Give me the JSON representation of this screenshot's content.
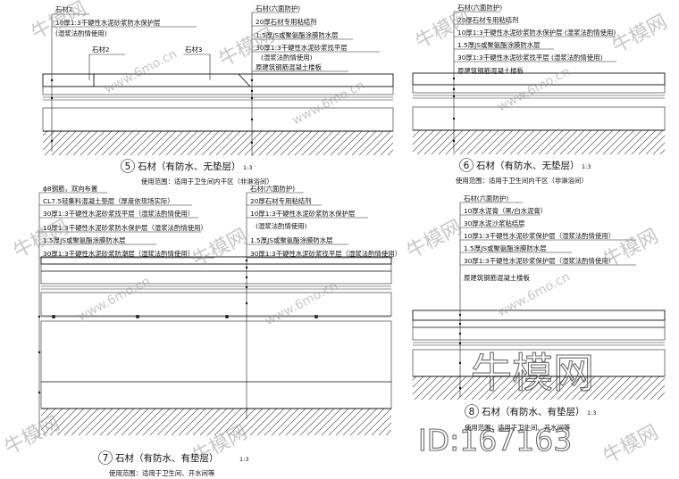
{
  "details": [
    {
      "id": "d5",
      "number": "5",
      "title": "石材（有防水、无垫层）",
      "scale": "1:3",
      "usage": "使用范围：适用于卫生间内干区（非淋浴间）",
      "left_labels": [
        "石材1",
        "10厚1:3干硬性水泥砂浆防水保护层",
        "(湿浆法酌情使用)"
      ],
      "mid_labels": [
        "石材2",
        "石材3"
      ],
      "right_labels": [
        "石材(六面防护)",
        "20厚石材专用粘结剂",
        "1.5厚JS或聚氨酯涂膜防水层",
        "30厚1:3干硬性水泥砂浆找平层",
        "(湿浆法酌情使用)",
        "原建筑钢筋混凝土楼板"
      ]
    },
    {
      "id": "d6",
      "number": "6",
      "title": "石材（有防水、无垫层）",
      "scale": "1:3",
      "usage": "使用范围：适用于卫生间内干区（非淋浴间）",
      "labels": [
        "石材(六面防护)",
        "20厚石材专用粘结剂",
        "10厚1:3干硬性水泥砂浆防水保护层 (湿浆法酌情使用)",
        "1.5厚JS或聚氨酯涂膜防水层",
        "30厚1:3干硬性水泥砂浆找平层 (湿浆法酌情使用)",
        "原建筑钢筋混凝土楼板"
      ]
    },
    {
      "id": "d7",
      "number": "7",
      "title": "石材（有防水、有垫层）",
      "scale": "1:3",
      "usage": "使用范围：适用于卫生间、开水间等",
      "left_labels": [
        "ϕ8钢筋，双向布置",
        "CL7.5轻集料混凝土垫层（厚度依现场实际）",
        "30厚1:3干硬性水泥砂浆找平层（湿浆法酌情使用）",
        "10厚1:3干硬性水泥砂浆防水保护层（湿浆法酌情使用）",
        "1.5厚JS或聚氨酯涂膜防水层",
        "30厚1:3干硬性水泥砂浆防潮层（湿浆法酌情使用）"
      ],
      "right_labels": [
        "石材(六面防护)",
        "20厚石材专用粘结剂",
        "10厚1:3干硬性水泥砂浆防水保护层",
        "(湿浆法酌情使用)",
        "1.5厚JS或聚氨酯涂膜防水层",
        "30厚1:3干硬性水泥砂浆找平层（湿浆法酌情使用）"
      ]
    },
    {
      "id": "d8",
      "number": "8",
      "title": "石材（有防水、有垫层）",
      "scale": "1:3",
      "usage": "使用范围：适用于卫生间、开水间等",
      "labels": [
        "石材(六面防护)",
        "10厚水泥膏（黑/白水泥膏）",
        "30厚水泥沙浆粘结层",
        "10厚1:3干硬性水泥砂浆保护层（湿浆法酌情使用）",
        "1.5厚JS或聚氨酯涂膜防水层",
        "30厚1:3干硬性水泥砂浆保护层（湿浆法酌情使用）",
        "原建筑钢筋混凝土楼板"
      ]
    }
  ],
  "watermark": {
    "brand": "牛模网",
    "site": "www.6mo.cn",
    "id_text": "ID:167163"
  }
}
